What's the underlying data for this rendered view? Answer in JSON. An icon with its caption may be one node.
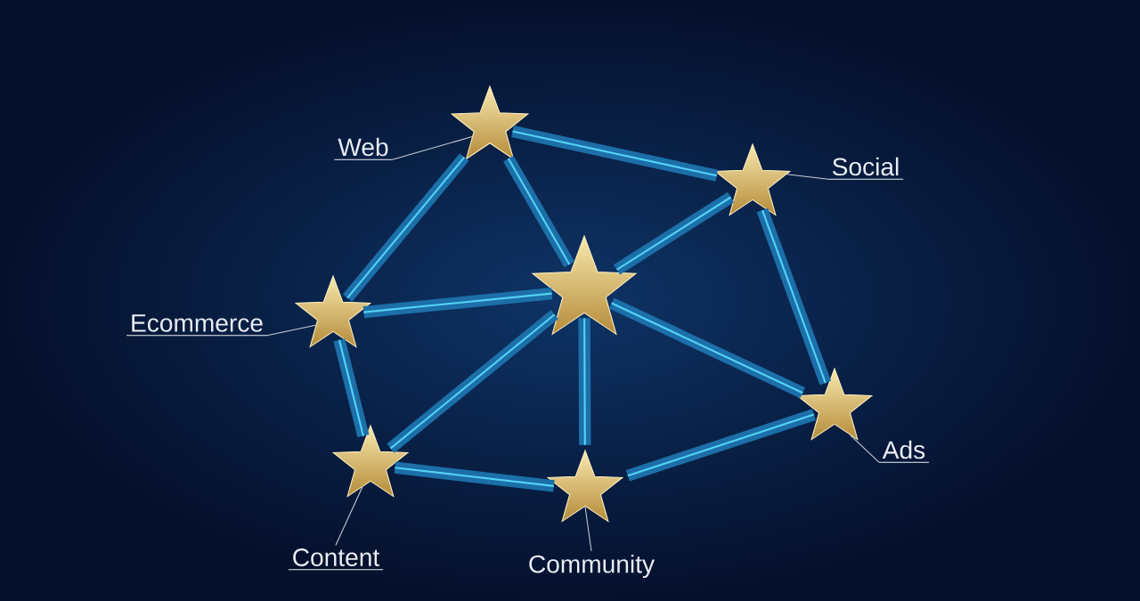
{
  "diagram": {
    "nodes": [
      {
        "text": [
          "Web"
        ]
      },
      {
        "text": [],
        "shape": "star"
      },
      {
        "text": [],
        "shape": "star"
      },
      {
        "text": [
          "Social"
        ]
      },
      {
        "text": [
          "Ecommerce"
        ]
      },
      {
        "text": [],
        "shape": "star"
      },
      {
        "text": [],
        "shape": "star"
      },
      {
        "text": [],
        "shape": "star"
      },
      {
        "text": [
          "Ads"
        ]
      },
      {
        "text": [],
        "shape": "star"
      },
      {
        "text": [],
        "shape": "star"
      },
      {
        "text": [
          "Content"
        ]
      },
      {
        "text": [
          "Community"
        ]
      }
    ],
    "edges": [
      {
        "from": 1,
        "to": 2,
        "arrow": "none"
      },
      {
        "from": 1,
        "to": 5,
        "arrow": "none"
      },
      {
        "from": 1,
        "to": 6,
        "arrow": "none"
      },
      {
        "from": 2,
        "to": 6,
        "arrow": "none"
      },
      {
        "from": 2,
        "to": 7,
        "arrow": "none"
      },
      {
        "from": 5,
        "to": 6,
        "arrow": "none"
      },
      {
        "from": 5,
        "to": 9,
        "arrow": "none"
      },
      {
        "from": 9,
        "to": 6,
        "arrow": "none"
      },
      {
        "from": 9,
        "to": 10,
        "arrow": "none"
      },
      {
        "from": 10,
        "to": 6,
        "arrow": "none"
      },
      {
        "from": 6,
        "to": 7,
        "arrow": "none"
      },
      {
        "from": 10,
        "to": 7,
        "arrow": "none"
      },
      {
        "from": 0,
        "to": 1,
        "arrow": "none",
        "color": "#c9ced8"
      },
      {
        "from": 3,
        "to": 2,
        "arrow": "none",
        "color": "#c9ced8"
      },
      {
        "from": 4,
        "to": 5,
        "arrow": "none",
        "color": "#c9ced8"
      },
      {
        "from": 8,
        "to": 7,
        "arrow": "none",
        "color": "#c9ced8"
      },
      {
        "from": 11,
        "to": 9,
        "arrow": "none",
        "color": "#c9ced8"
      },
      {
        "from": 12,
        "to": 10,
        "arrow": "none",
        "color": "#c9ced8"
      }
    ]
  }
}
